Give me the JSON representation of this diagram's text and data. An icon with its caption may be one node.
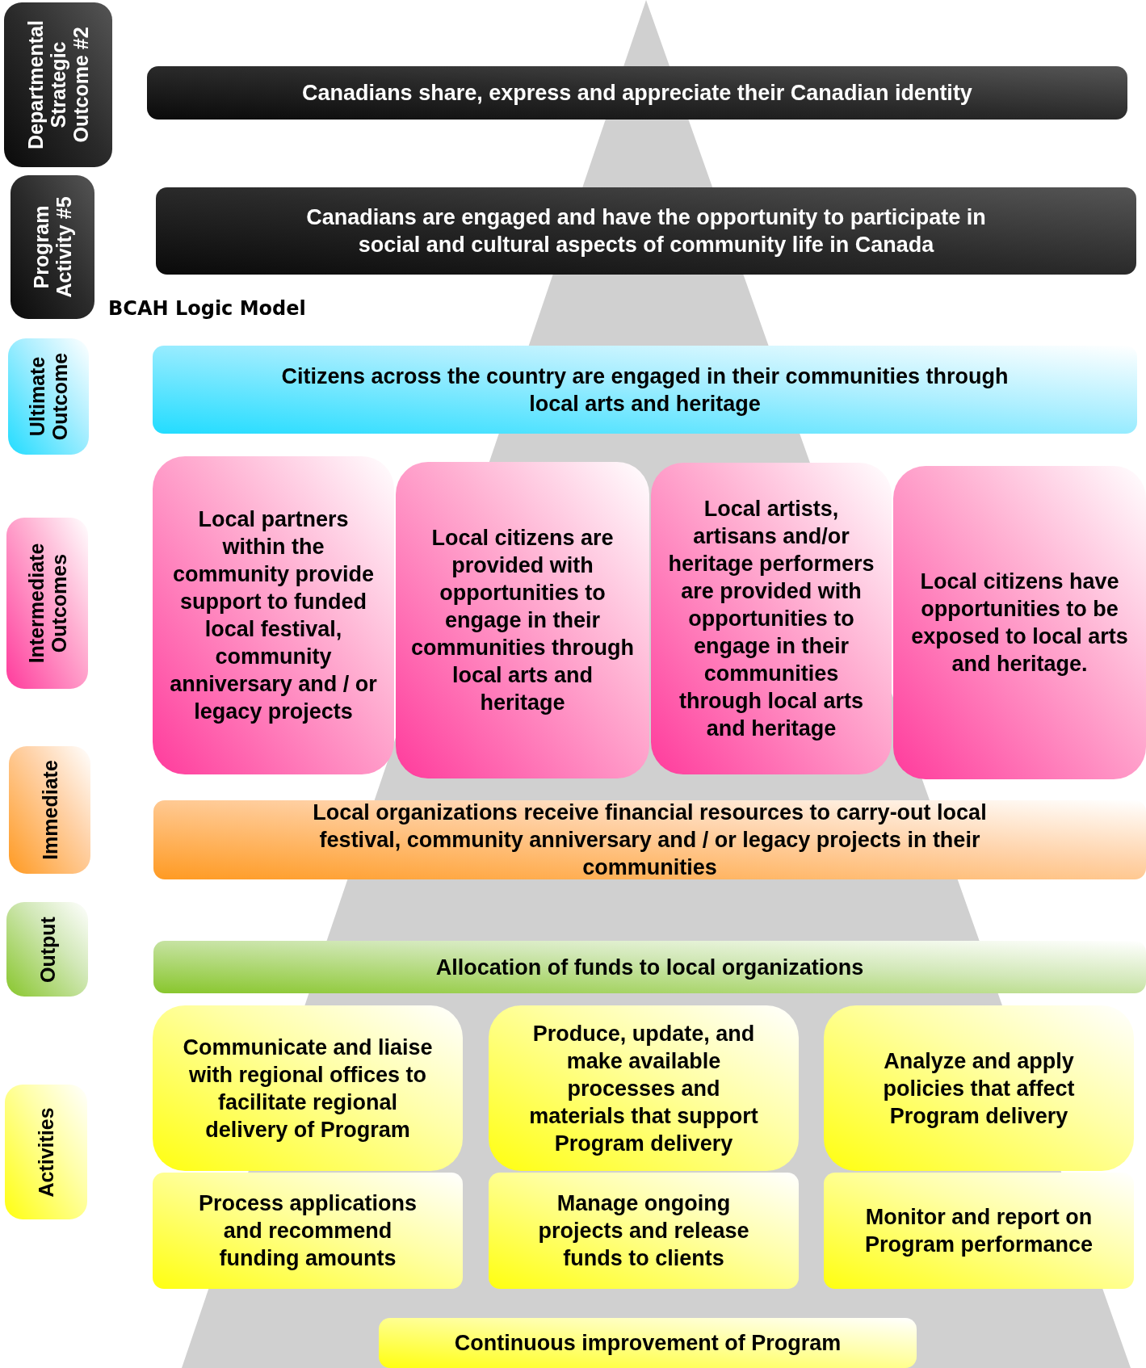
{
  "diagram": {
    "nodes": [
      {
        "text": [
          "Departmental Strategic Outcome #2"
        ]
      },
      {
        "text": [
          "Canadians share, express and appreciate their Canadian identity"
        ]
      },
      {
        "text": [
          "Program Activity #5"
        ]
      },
      {
        "text": [
          "Canadians are engaged and have the opportunity to participate in social and cultural aspects of community life in Canada"
        ]
      },
      {
        "text": [
          "Ultimate Outcome"
        ]
      },
      {
        "text": [
          "Citizens across the country are engaged in their communities through local arts and heritage"
        ]
      },
      {
        "text": [
          "Intermediate Outcomes"
        ]
      },
      {
        "text": [
          "Local partners within the community provide support to funded local festival, community anniversary and / or legacy projects"
        ]
      },
      {
        "text": [
          "Local citizens are provided with opportunities to engage in their communities through local arts and heritage"
        ]
      },
      {
        "text": [
          "Local artists, artisans and/or heritage performers are provided with opportunities to engage in their communities through local arts and heritage"
        ]
      },
      {
        "text": [
          "Local citizens have opportunities to be exposed to local arts and heritage."
        ]
      },
      {
        "text": [
          "Immediate"
        ]
      },
      {
        "text": [
          "Local organizations receive financial resources to carry-out local festival, community anniversary and / or legacy projects in their communities"
        ]
      },
      {
        "text": [
          "Output"
        ]
      },
      {
        "text": [
          "Allocation of funds to local organizations"
        ]
      },
      {
        "text": [
          "Activities"
        ]
      },
      {
        "text": [
          "Communicate and liaise with regional offices to facilitate regional delivery of Program"
        ]
      },
      {
        "text": [
          "Produce, update, and make available processes and materials that support Program delivery"
        ]
      },
      {
        "text": [
          "Analyze and apply policies that affect Program delivery"
        ]
      },
      {
        "text": [
          "Process applications and recommend funding amounts"
        ]
      },
      {
        "text": [
          "Manage ongoing projects and release funds to clients"
        ]
      },
      {
        "text": [
          "Monitor and report on Program performance"
        ]
      },
      {
        "text": [
          "Continuous improvement of Program"
        ]
      }
    ],
    "labels": [
      "BCAH Logic Model"
    ]
  }
}
